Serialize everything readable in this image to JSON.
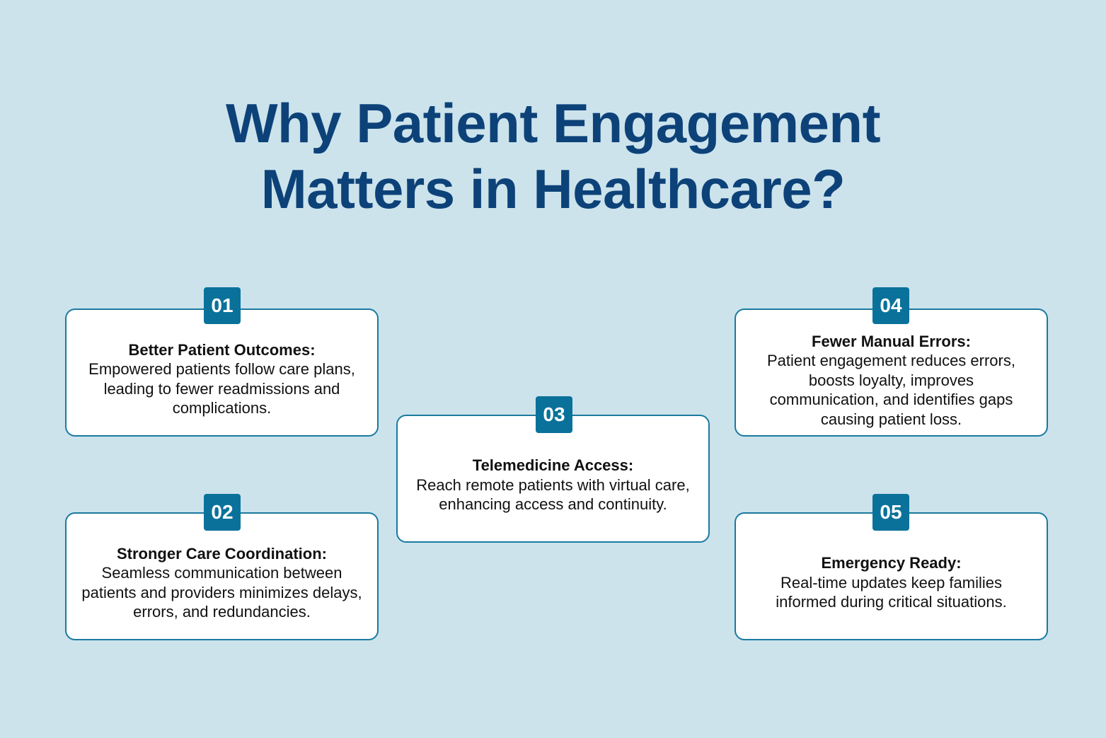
{
  "title": {
    "line1": "Why Patient Engagement",
    "line2": "Matters in Healthcare?"
  },
  "colors": {
    "background": "#cce3ec",
    "accent": "#0a729a",
    "title": "#0d4279"
  },
  "items": [
    {
      "number": "01",
      "heading": "Better Patient Outcomes:",
      "body": "Empowered patients follow care plans, leading to fewer readmissions and complications."
    },
    {
      "number": "02",
      "heading": "Stronger Care Coordination:",
      "body": "Seamless communication between patients and providers minimizes delays, errors, and redundancies."
    },
    {
      "number": "03",
      "heading": "Telemedicine Access:",
      "body": "Reach remote patients with virtual care, enhancing access and continuity."
    },
    {
      "number": "04",
      "heading": "Fewer Manual Errors:",
      "body": "Patient engagement reduces errors, boosts loyalty, improves communication, and identifies gaps causing patient loss."
    },
    {
      "number": "05",
      "heading": "Emergency Ready:",
      "body": "Real-time updates keep families informed during critical situations."
    }
  ]
}
